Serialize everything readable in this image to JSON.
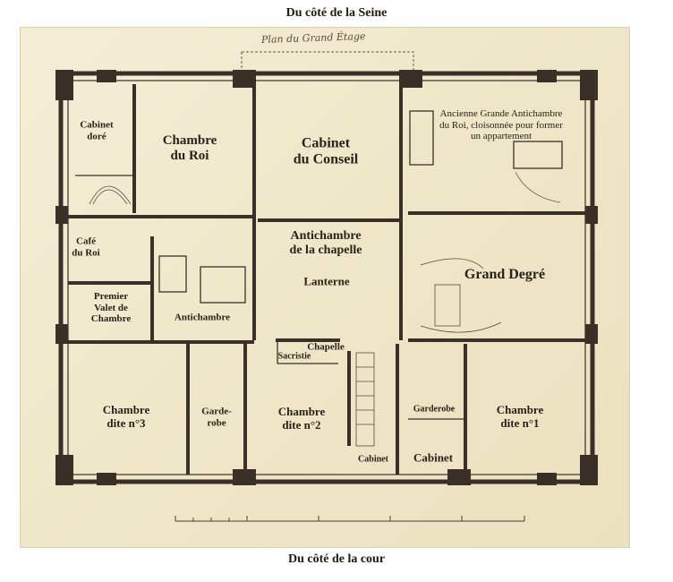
{
  "captions": {
    "top": "Du côté de la Seine",
    "bottom": "Du côté de la cour"
  },
  "sheet_title": "Plan du Grand Étage",
  "rooms": {
    "cabinet_dore": [
      "Cabinet",
      "doré"
    ],
    "chambre_du_roi": [
      "Chambre",
      "du Roi"
    ],
    "cabinet_du_conseil": [
      "Cabinet",
      "du Conseil"
    ],
    "ancienne_antichambre": [
      "Ancienne Grande Antichambre",
      "du Roi, cloisonnée pour former",
      "un appartement"
    ],
    "cafe_du_roi": [
      "Café",
      "du Roi"
    ],
    "antichambre_chapelle": [
      "Antichambre",
      "de la chapelle"
    ],
    "lanterne": "Lanterne",
    "grand_degre": "Grand Degré",
    "premier_valet": [
      "Premier",
      "Valet de",
      "Chambre"
    ],
    "antichambre": "Antichambre",
    "chapelle": "Chapelle",
    "sacristie": "Sacristie",
    "chambre_3": [
      "Chambre",
      "dite n°3"
    ],
    "garderobe_left": [
      "Garde-",
      "robe"
    ],
    "chambre_2": [
      "Chambre",
      "dite n°2"
    ],
    "garderobe_right": "Garderobe",
    "chambre_1": [
      "Chambre",
      "dite n°1"
    ],
    "cabinet_small": "Cabinet",
    "cabinet_right": "Cabinet"
  },
  "colors": {
    "paper": "#efe7c9",
    "wall": "#3a3028",
    "ink": "#2a2218"
  }
}
